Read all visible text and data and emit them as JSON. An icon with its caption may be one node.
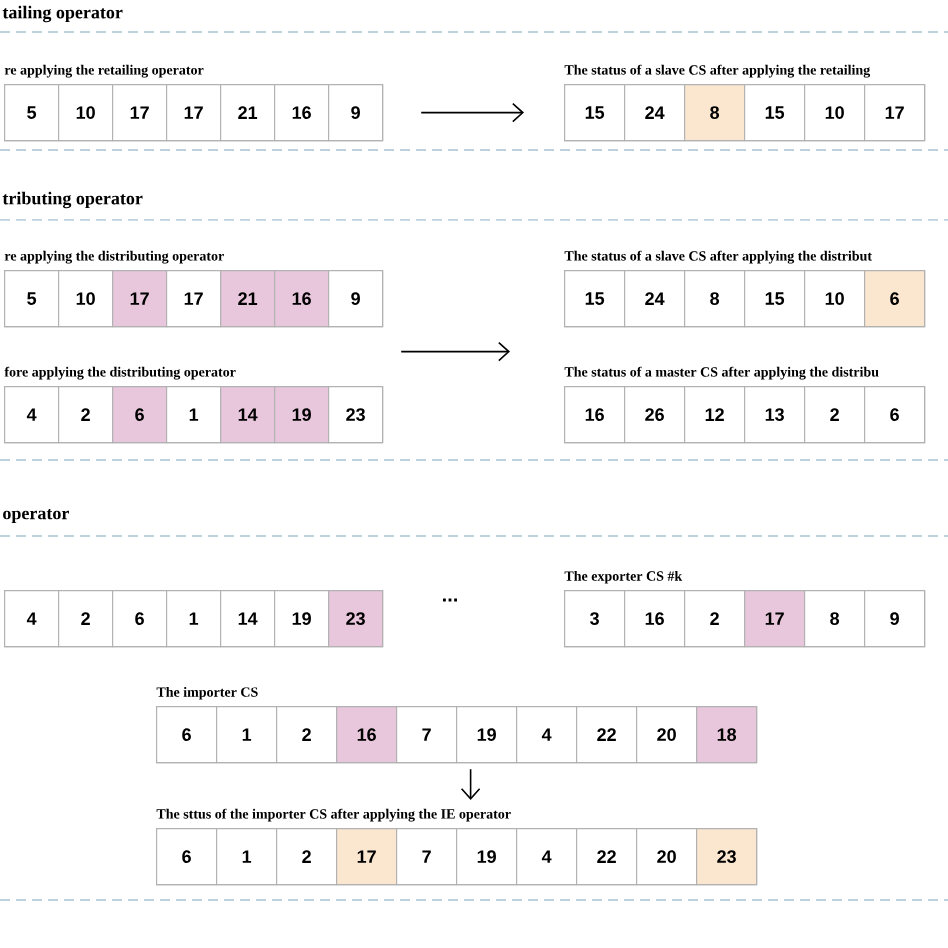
{
  "diagram": {
    "nodes": [
      {
        "text": [
          "re applying the retailing operator"
        ]
      },
      {
        "text": [
          "5"
        ],
        "in": 0
      },
      {
        "text": [
          "10"
        ],
        "in": 0
      },
      {
        "text": [
          "17"
        ],
        "in": 0
      },
      {
        "text": [
          "17"
        ],
        "in": 0
      },
      {
        "text": [
          "21"
        ],
        "in": 0
      },
      {
        "text": [
          "16"
        ],
        "in": 0
      },
      {
        "text": [
          "9"
        ],
        "in": 0
      },
      {
        "text": [
          "The status of a slave CS after applying the retailing"
        ]
      },
      {
        "text": [
          "15"
        ],
        "in": 8
      },
      {
        "text": [
          "24"
        ],
        "in": 8
      },
      {
        "text": [
          "8"
        ],
        "in": 8
      },
      {
        "text": [
          "15"
        ],
        "in": 8
      },
      {
        "text": [
          "10"
        ],
        "in": 8
      },
      {
        "text": [
          "17"
        ],
        "in": 8
      },
      {
        "text": [
          "re applying the distributing operator"
        ]
      },
      {
        "text": [
          "5"
        ],
        "in": 15
      },
      {
        "text": [
          "10"
        ],
        "in": 15
      },
      {
        "text": [
          "17"
        ],
        "in": 15
      },
      {
        "text": [
          "17"
        ],
        "in": 15
      },
      {
        "text": [
          "21"
        ],
        "in": 15
      },
      {
        "text": [
          "16"
        ],
        "in": 15
      },
      {
        "text": [
          "9"
        ],
        "in": 15
      },
      {
        "text": [
          "The status of a slave CS after applying the distribut"
        ]
      },
      {
        "text": [
          "15"
        ],
        "in": 23
      },
      {
        "text": [
          "24"
        ],
        "in": 23
      },
      {
        "text": [
          "8"
        ],
        "in": 23
      },
      {
        "text": [
          "15"
        ],
        "in": 23
      },
      {
        "text": [
          "10"
        ],
        "in": 23
      },
      {
        "text": [
          "6"
        ],
        "in": 23
      },
      {
        "text": [
          "fore applying the distributing operator"
        ]
      },
      {
        "text": [
          "4"
        ],
        "in": 30
      },
      {
        "text": [
          "2"
        ],
        "in": 30
      },
      {
        "text": [
          "6"
        ],
        "in": 30
      },
      {
        "text": [
          "1"
        ],
        "in": 30
      },
      {
        "text": [
          "14"
        ],
        "in": 30
      },
      {
        "text": [
          "19"
        ],
        "in": 30
      },
      {
        "text": [
          "23"
        ],
        "in": 30
      },
      {
        "text": [
          "The status of a master CS after applying the distribu"
        ]
      },
      {
        "text": [
          "16"
        ],
        "in": 38
      },
      {
        "text": [
          "26"
        ],
        "in": 38
      },
      {
        "text": [
          "12"
        ],
        "in": 38
      },
      {
        "text": [
          "13"
        ],
        "in": 38
      },
      {
        "text": [
          "2"
        ],
        "in": 38
      },
      {
        "text": [
          "6"
        ],
        "in": 38
      },
      {
        "text": [],
        "shape": "box"
      },
      {
        "text": [
          "4"
        ],
        "in": 45
      },
      {
        "text": [
          "2"
        ],
        "in": 45
      },
      {
        "text": [
          "6"
        ],
        "in": 45
      },
      {
        "text": [
          "1"
        ],
        "in": 45
      },
      {
        "text": [
          "14"
        ],
        "in": 45
      },
      {
        "text": [
          "19"
        ],
        "in": 45
      },
      {
        "text": [
          "23"
        ],
        "in": 45
      },
      {
        "text": [
          "The exporter CS #k"
        ]
      },
      {
        "text": [
          "3"
        ],
        "in": 53
      },
      {
        "text": [
          "16"
        ],
        "in": 53
      },
      {
        "text": [
          "2"
        ],
        "in": 53
      },
      {
        "text": [
          "17"
        ],
        "in": 53
      },
      {
        "text": [
          "8"
        ],
        "in": 53
      },
      {
        "text": [
          "9"
        ],
        "in": 53
      },
      {
        "text": [
          "The importer CS"
        ]
      },
      {
        "text": [
          "6"
        ],
        "in": 60
      },
      {
        "text": [
          "1"
        ],
        "in": 60
      },
      {
        "text": [
          "2"
        ],
        "in": 60
      },
      {
        "text": [
          "16"
        ],
        "in": 60
      },
      {
        "text": [
          "7"
        ],
        "in": 60
      },
      {
        "text": [
          "19"
        ],
        "in": 60
      },
      {
        "text": [
          "4"
        ],
        "in": 60
      },
      {
        "text": [
          "22"
        ],
        "in": 60
      },
      {
        "text": [
          "20"
        ],
        "in": 60
      },
      {
        "text": [
          "18"
        ],
        "in": 60
      },
      {
        "text": [
          "The sttus of the importer CS after applying the IE operator"
        ]
      },
      {
        "text": [
          "6"
        ],
        "in": 71
      },
      {
        "text": [
          "1"
        ],
        "in": 71
      },
      {
        "text": [
          "2"
        ],
        "in": 71
      },
      {
        "text": [
          "17"
        ],
        "in": 71
      },
      {
        "text": [
          "7"
        ],
        "in": 71
      },
      {
        "text": [
          "19"
        ],
        "in": 71
      },
      {
        "text": [
          "4"
        ],
        "in": 71
      },
      {
        "text": [
          "22"
        ],
        "in": 71
      },
      {
        "text": [
          "20"
        ],
        "in": 71
      },
      {
        "text": [
          "23"
        ],
        "in": 71
      }
    ],
    "edges": [
      {
        "from": 0,
        "to": 8,
        "arrow": "to"
      },
      {
        "from": 15,
        "to": 23,
        "arrow": "to"
      },
      {
        "from": 60,
        "to": 71,
        "arrow": "to"
      }
    ],
    "labels": [
      "tailing operator",
      "tributing operator",
      "operator",
      "..."
    ]
  }
}
